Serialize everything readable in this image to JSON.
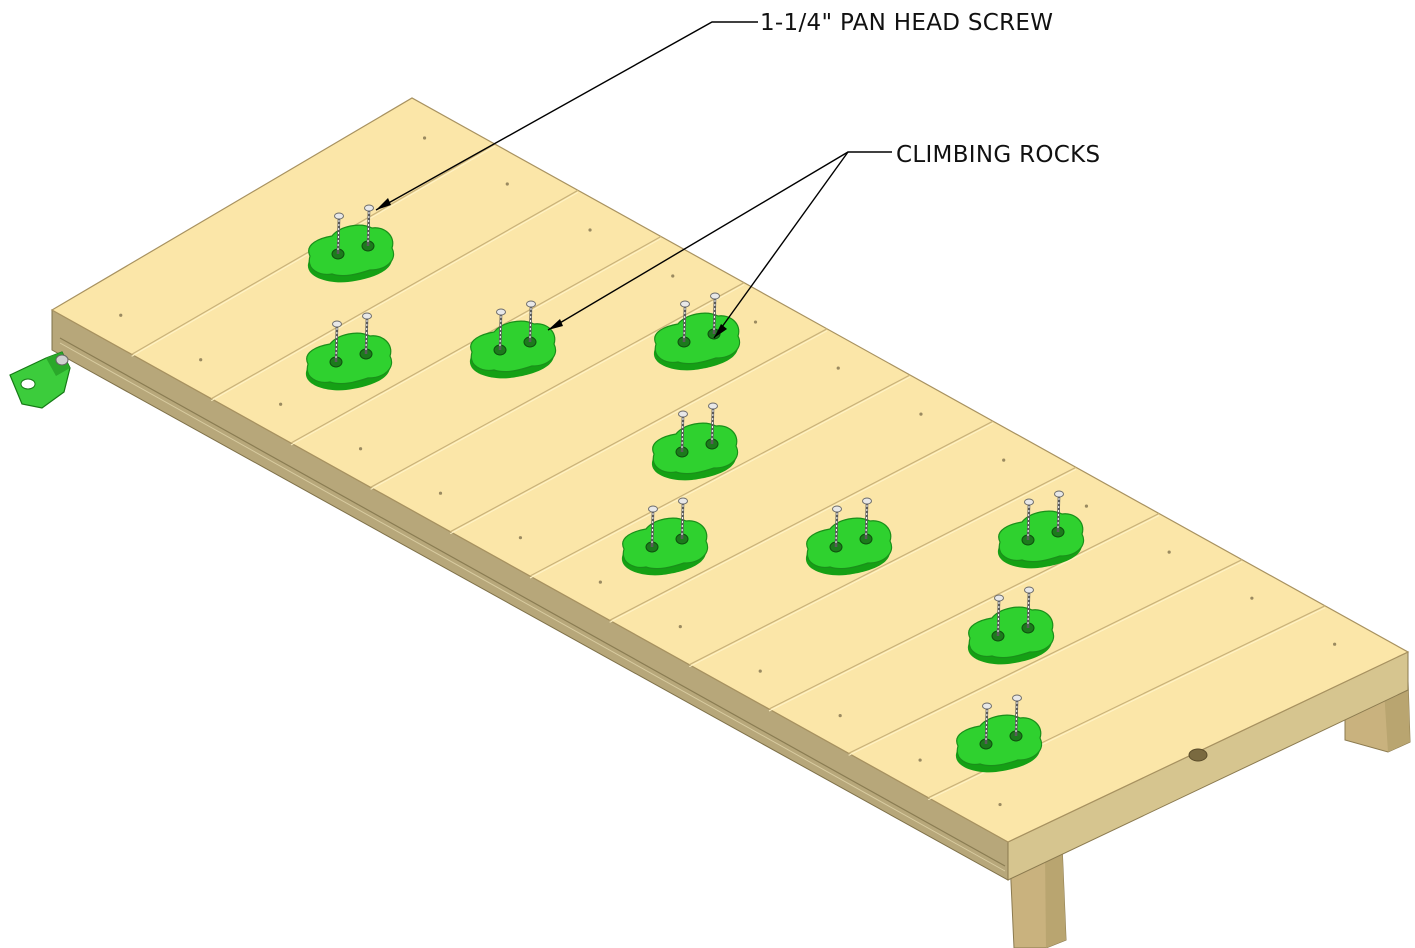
{
  "callouts": {
    "screw_label": "1-1/4\" PAN HEAD SCREW",
    "rocks_label": "CLIMBING ROCKS"
  },
  "colors": {
    "deck_top": "#fbe6a8",
    "deck_side": "#d8c28a",
    "deck_front": "#b5a678",
    "rock": "#2fd12f",
    "bracket": "#3ccc3c"
  },
  "parts": {
    "climbing_rock_count": 10,
    "deck_board_count": 12,
    "bracket_icon": "angle-bracket-icon",
    "screw_icon": "pan-head-screw-icon"
  }
}
